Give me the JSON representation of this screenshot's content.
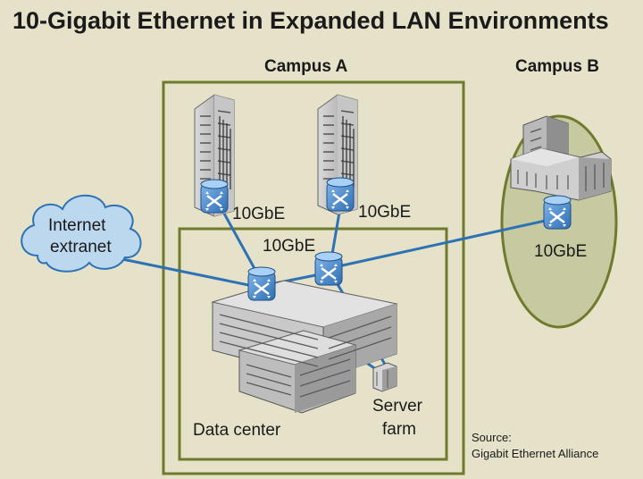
{
  "title": "10-Gigabit Ethernet in Expanded LAN Environments",
  "campus_a": {
    "label": "Campus A"
  },
  "campus_b": {
    "label": "Campus B"
  },
  "cloud": {
    "line1": "Internet",
    "line2": "extranet"
  },
  "links": {
    "tower1": "10GbE",
    "tower2": "10GbE",
    "datacenter": "10GbE",
    "campus_b": "10GbE"
  },
  "data_center_label": "Data center",
  "server_farm": {
    "line1": "Server",
    "line2": "farm"
  },
  "source": {
    "line1": "Source:",
    "line2": "Gigabit Ethernet Alliance"
  },
  "colors": {
    "background": "#e6e2c9",
    "campus_border": "#6f7a2c",
    "link": "#2e72b6",
    "switch": "#4a8fd6",
    "cloud": "#bcd8ef",
    "campus_b_fill": "#c7caa0"
  }
}
